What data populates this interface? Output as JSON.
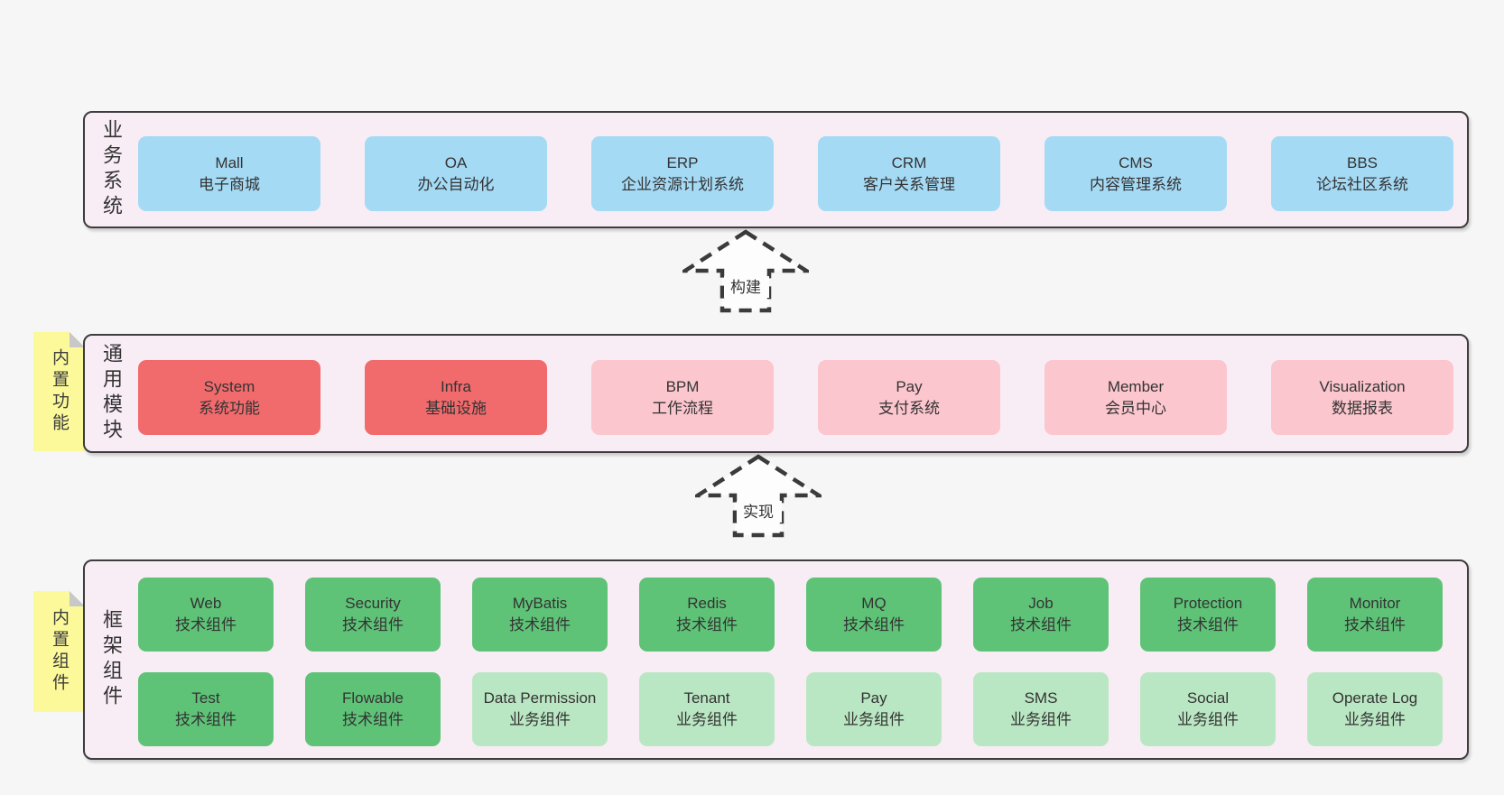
{
  "colors": {
    "page-bg": "#f7f6f6",
    "section-bg": "#f8edf5",
    "section-border": "#3d3d3d",
    "box-blue": "#a5daf5",
    "box-red": "#f16b6d",
    "box-pink": "#fbc6ce",
    "box-green": "#5ec377",
    "box-green-light": "#bae7c3",
    "sticky-yellow": "#fbf999",
    "sticky-fold": "#c8c8c8",
    "arrow-stroke": "#3b3b3b",
    "arrow-fill": "#fdfdfd",
    "text-dark": "#333333"
  },
  "sections": {
    "business": {
      "label": "业务系统",
      "boxes": [
        {
          "en": "Mall",
          "zh": "电子商城",
          "color": "blue"
        },
        {
          "en": "OA",
          "zh": "办公自动化",
          "color": "blue"
        },
        {
          "en": "ERP",
          "zh": "企业资源计划系统",
          "color": "blue"
        },
        {
          "en": "CRM",
          "zh": "客户关系管理",
          "color": "blue"
        },
        {
          "en": "CMS",
          "zh": "内容管理系统",
          "color": "blue"
        },
        {
          "en": "BBS",
          "zh": "论坛社区系统",
          "color": "blue"
        }
      ]
    },
    "modules": {
      "label": "通用模块",
      "sticky": "内置功能",
      "boxes": [
        {
          "en": "System",
          "zh": "系统功能",
          "color": "red"
        },
        {
          "en": "Infra",
          "zh": "基础设施",
          "color": "red"
        },
        {
          "en": "BPM",
          "zh": "工作流程",
          "color": "pink"
        },
        {
          "en": "Pay",
          "zh": "支付系统",
          "color": "pink"
        },
        {
          "en": "Member",
          "zh": "会员中心",
          "color": "pink"
        },
        {
          "en": "Visualization",
          "zh": "数据报表",
          "color": "pink"
        }
      ]
    },
    "framework": {
      "label": "框架组件",
      "sticky": "内置组件",
      "row1": [
        {
          "en": "Web",
          "zh": "技术组件",
          "color": "green"
        },
        {
          "en": "Security",
          "zh": "技术组件",
          "color": "green"
        },
        {
          "en": "MyBatis",
          "zh": "技术组件",
          "color": "green"
        },
        {
          "en": "Redis",
          "zh": "技术组件",
          "color": "green"
        },
        {
          "en": "MQ",
          "zh": "技术组件",
          "color": "green"
        },
        {
          "en": "Job",
          "zh": "技术组件",
          "color": "green"
        },
        {
          "en": "Protection",
          "zh": "技术组件",
          "color": "green"
        },
        {
          "en": "Monitor",
          "zh": "技术组件",
          "color": "green"
        }
      ],
      "row2": [
        {
          "en": "Test",
          "zh": "技术组件",
          "color": "green"
        },
        {
          "en": "Flowable",
          "zh": "技术组件",
          "color": "green"
        },
        {
          "en": "Data Permission",
          "zh": "业务组件",
          "color": "green-light"
        },
        {
          "en": "Tenant",
          "zh": "业务组件",
          "color": "green-light"
        },
        {
          "en": "Pay",
          "zh": "业务组件",
          "color": "green-light"
        },
        {
          "en": "SMS",
          "zh": "业务组件",
          "color": "green-light"
        },
        {
          "en": "Social",
          "zh": "业务组件",
          "color": "green-light"
        },
        {
          "en": "Operate Log",
          "zh": "业务组件",
          "color": "green-light"
        }
      ]
    }
  },
  "arrows": {
    "build": {
      "label": "构建"
    },
    "implement": {
      "label": "实现"
    }
  }
}
